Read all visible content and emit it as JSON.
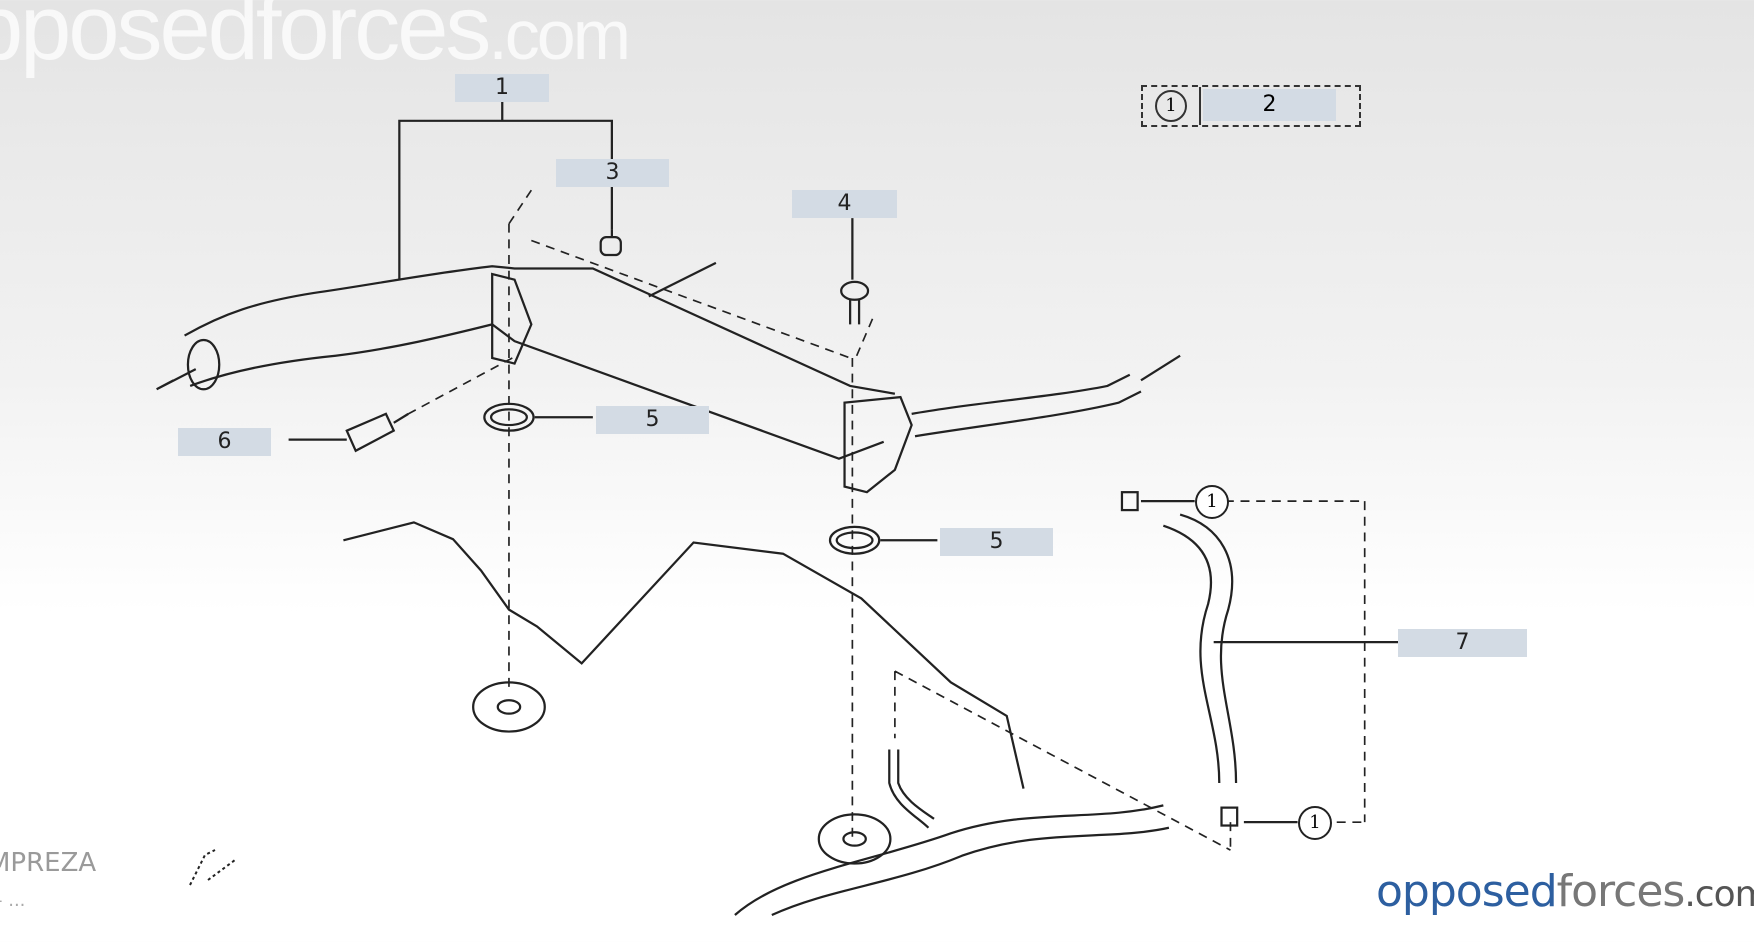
{
  "watermark": {
    "main": "pposedforces",
    "suffix": ".com"
  },
  "callouts": [
    "1",
    "3",
    "4",
    "5",
    "6",
    "5",
    "7"
  ],
  "legend": {
    "symbol": "1",
    "value": "2"
  },
  "clamp_markers": [
    "1",
    "1"
  ],
  "model": {
    "name": "MPREZA",
    "sub": "- ..."
  },
  "logo": {
    "part1": "opposed",
    "part2": "forces",
    "part3": ".com"
  },
  "colors": {
    "callout_bg": "#d3dbe4",
    "logo_blue": "#2d5fa0",
    "logo_gray": "#777777"
  }
}
